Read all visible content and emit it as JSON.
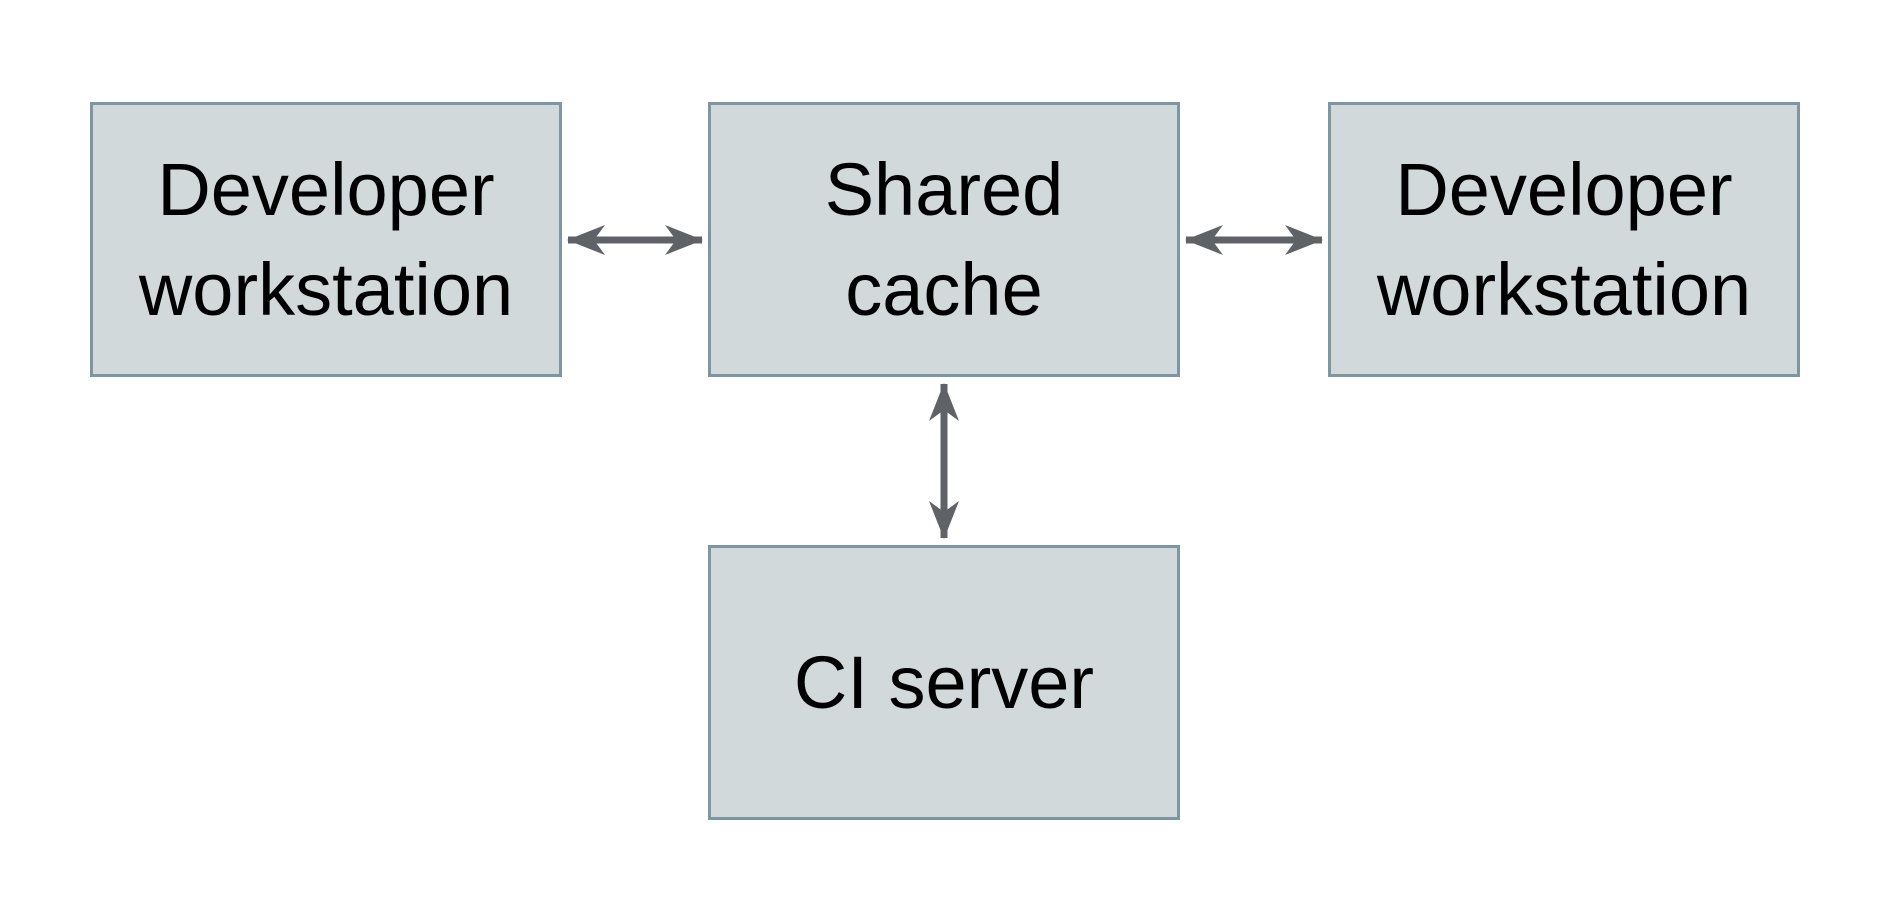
{
  "diagram": {
    "title": "",
    "background": "#ffffff",
    "colors": {
      "node_fill": "#d2d9db",
      "node_border": "#7d96a2",
      "arrow": "#5f6368",
      "text": "#000000"
    },
    "nodes": [
      {
        "id": "developer-workstation-left",
        "label": "Developer\nworkstation"
      },
      {
        "id": "shared-cache",
        "label": "Shared\ncache"
      },
      {
        "id": "developer-workstation-right",
        "label": "Developer\nworkstation"
      },
      {
        "id": "ci-server",
        "label": "CI server"
      }
    ],
    "edges": [
      {
        "from": "developer-workstation-left",
        "to": "shared-cache",
        "style": "double-arrow"
      },
      {
        "from": "shared-cache",
        "to": "developer-workstation-right",
        "style": "double-arrow"
      },
      {
        "from": "shared-cache",
        "to": "ci-server",
        "style": "double-arrow"
      }
    ]
  }
}
